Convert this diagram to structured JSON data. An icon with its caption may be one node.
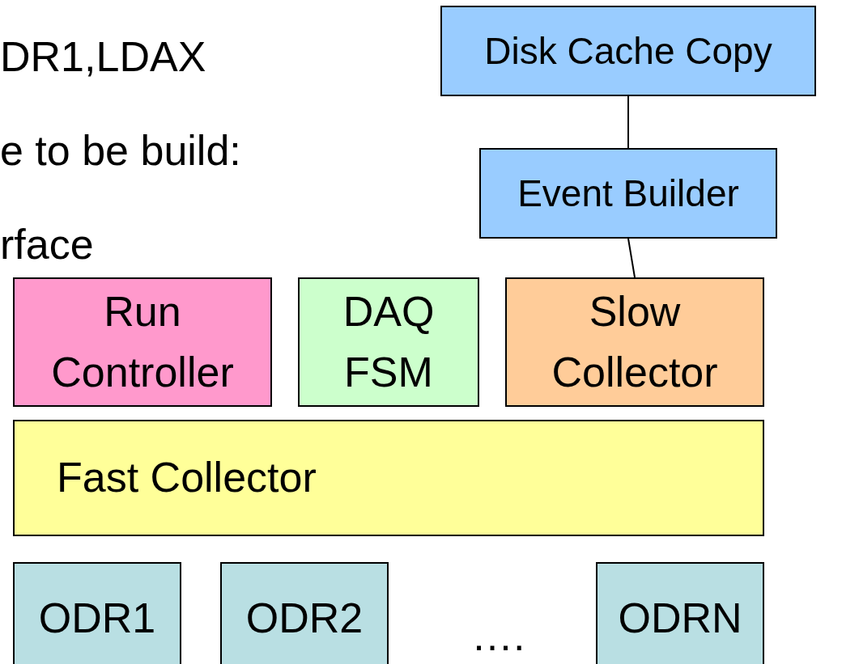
{
  "diagram": {
    "nodes": [
      {
        "text": [
          "Disk Cache Copy"
        ]
      },
      {
        "text": [
          "Event Builder"
        ]
      },
      {
        "text": [
          "Run Controller"
        ]
      },
      {
        "text": [
          "DAQ FSM"
        ]
      },
      {
        "text": [
          "Slow Collector"
        ]
      },
      {
        "text": [
          "Fast Collector"
        ]
      },
      {
        "text": [
          "ODR1"
        ]
      },
      {
        "text": [
          "ODR2"
        ]
      },
      {
        "text": [
          "ODRN"
        ]
      }
    ],
    "edges": [
      {
        "from": 0,
        "to": 1,
        "arrow": "none"
      },
      {
        "from": 1,
        "to": 4,
        "arrow": "none"
      }
    ],
    "labels": [
      "DR1,LDAX",
      "e to be build:",
      "rface",
      "…."
    ]
  }
}
